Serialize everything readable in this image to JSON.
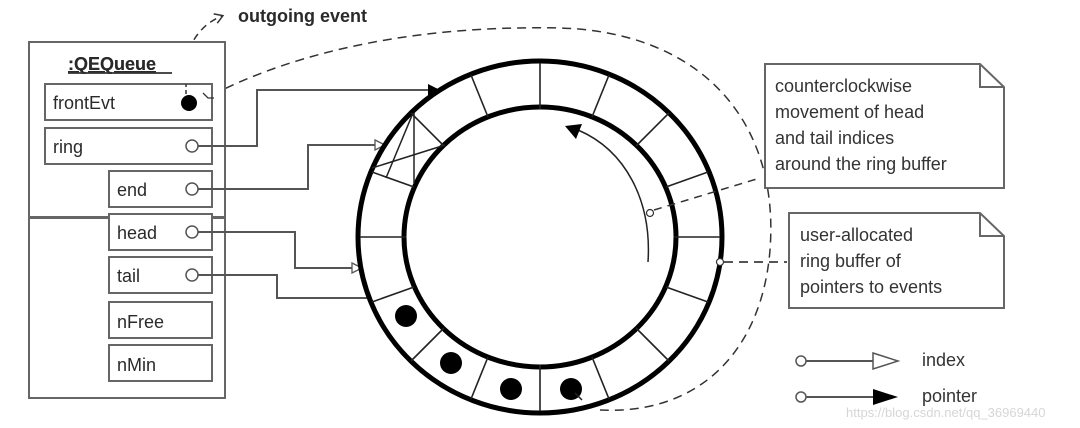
{
  "title_annotation": "outgoing event",
  "object": {
    "name": ":QEQueue",
    "fields": [
      {
        "label": "frontEvt",
        "connector": "filled-dot"
      },
      {
        "label": "ring",
        "connector": "hollow-circle"
      },
      {
        "label": "end",
        "connector": "hollow-circle"
      },
      {
        "label": "head",
        "connector": "hollow-circle"
      },
      {
        "label": "tail",
        "connector": "hollow-circle"
      },
      {
        "label": "nFree",
        "connector": "none"
      },
      {
        "label": "nMin",
        "connector": "none"
      }
    ]
  },
  "ring_buffer": {
    "segments": 16,
    "occupied_slots": 4,
    "crossed_slot": "end marker (X)"
  },
  "notes": [
    {
      "lines": [
        "counterclockwise",
        "movement of head",
        "and tail indices",
        "around the ring buffer"
      ]
    },
    {
      "lines": [
        "user-allocated",
        "ring buffer of",
        "pointers to events"
      ]
    }
  ],
  "legend": [
    {
      "label": "index",
      "arrow": "hollow-triangle"
    },
    {
      "label": "pointer",
      "arrow": "filled-triangle"
    }
  ],
  "watermark": "https://blog.csdn.net/qq_36969440",
  "colors": {
    "line": "#000000",
    "connector": "#555555",
    "box": "#666666",
    "text": "#2a2a2a"
  }
}
